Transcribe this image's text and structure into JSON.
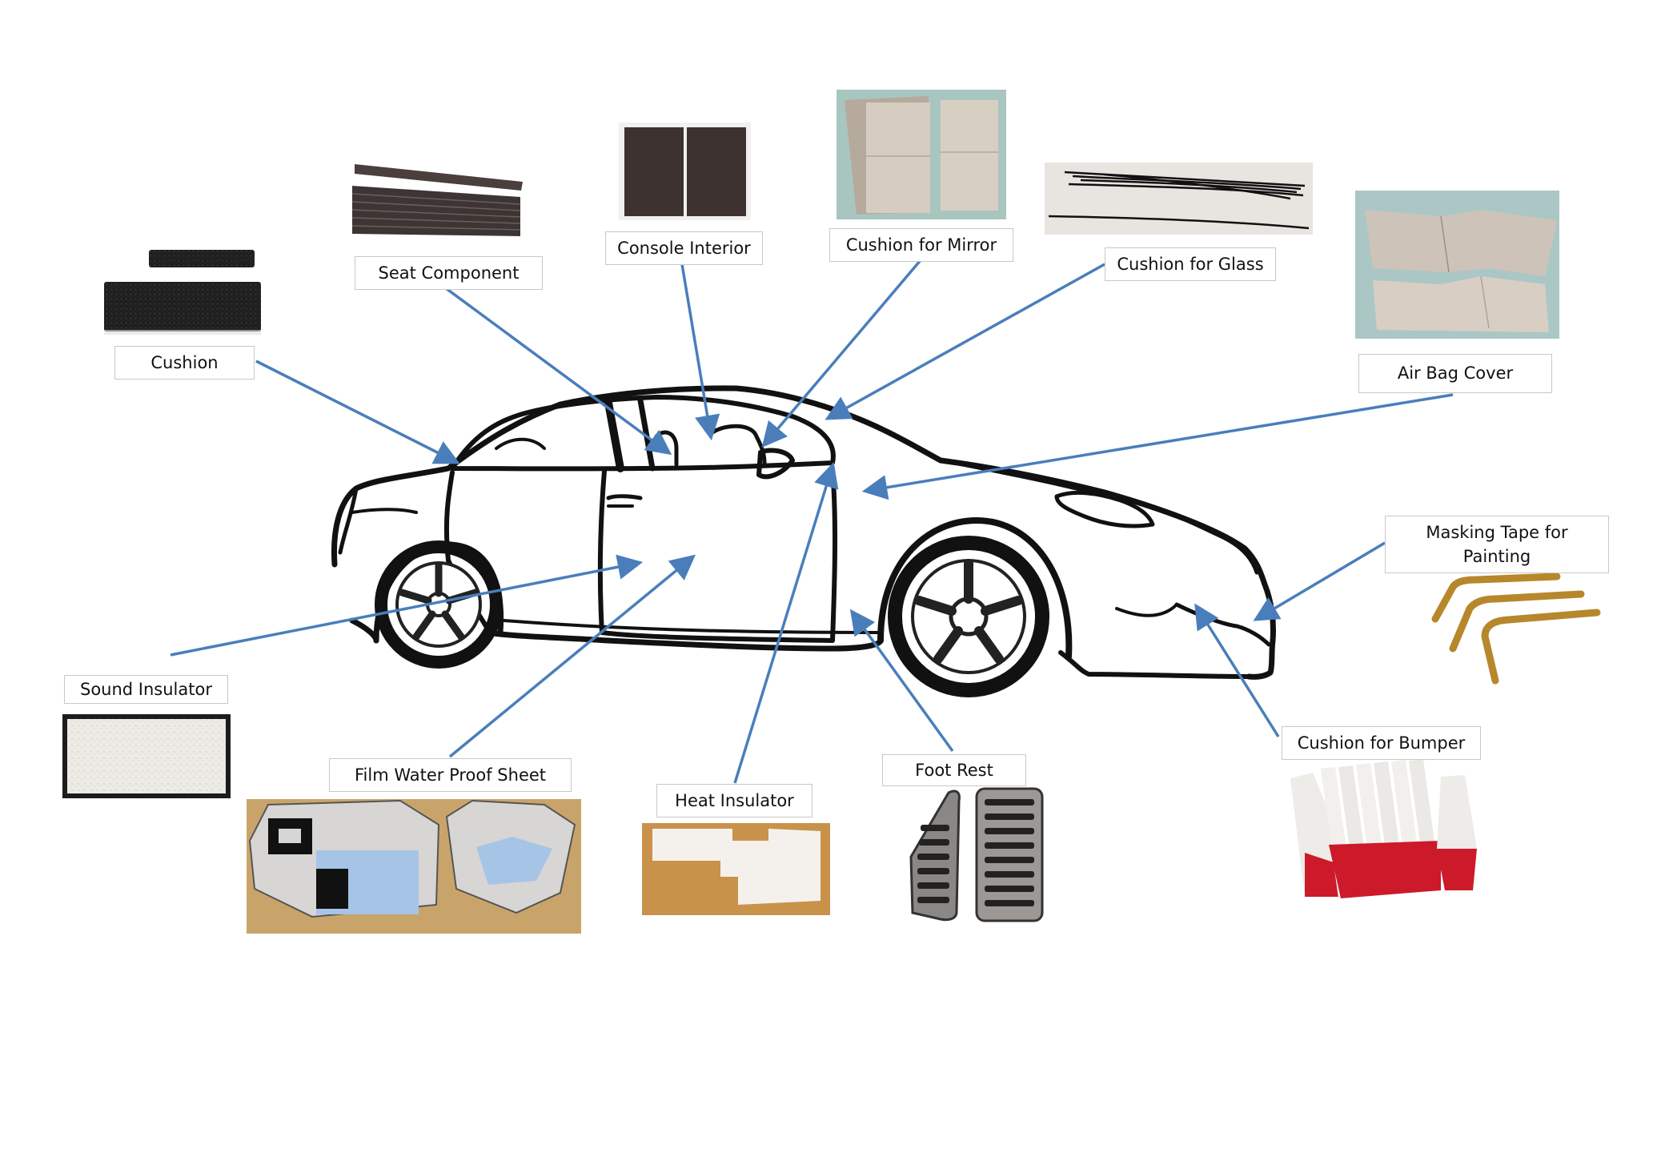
{
  "diagram": {
    "accent_color": "#4a7ebb",
    "subject": "car-outline",
    "labels": {
      "cushion": "Cushion",
      "seat_component": "Seat Component",
      "console_interior": "Console Interior",
      "cushion_for_mirror": "Cushion for Mirror",
      "cushion_for_glass": "Cushion for Glass",
      "air_bag_cover": "Air Bag Cover",
      "masking_tape": "Masking Tape for Painting",
      "sound_insulator": "Sound Insulator",
      "film_water_proof_sheet": "Film Water Proof Sheet",
      "heat_insulator": "Heat Insulator",
      "foot_rest": "Foot Rest",
      "cushion_for_bumper": "Cushion for Bumper"
    }
  }
}
